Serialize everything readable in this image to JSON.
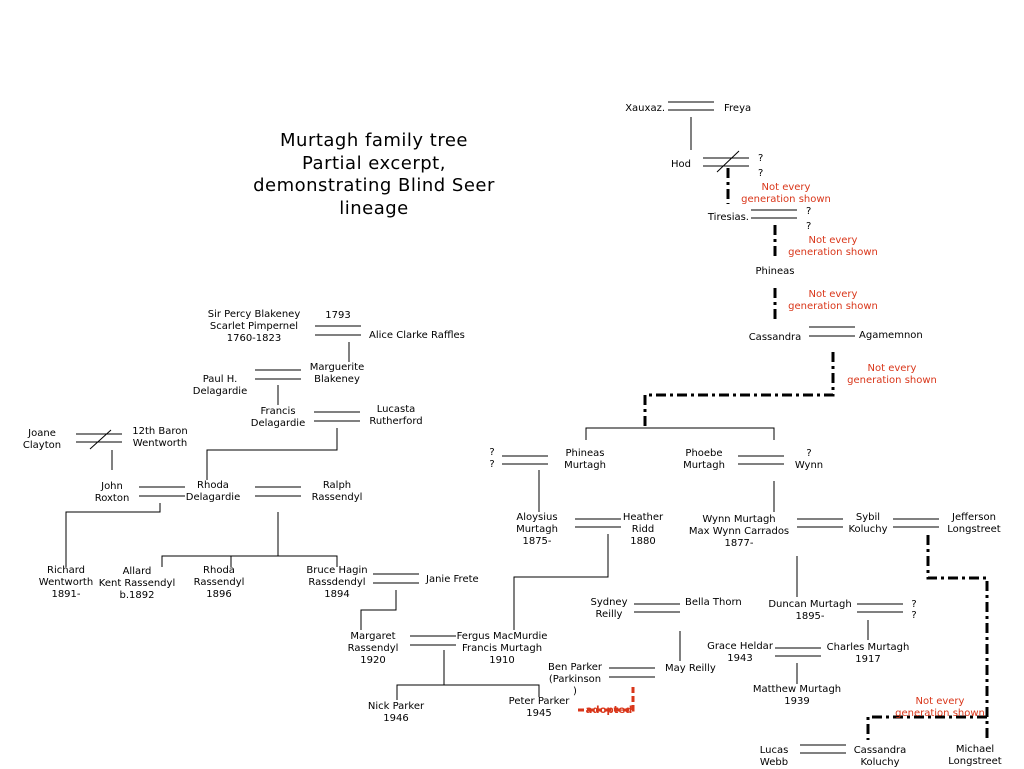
{
  "title": "Murtagh family tree\nPartial excerpt,\ndemonstrating Blind Seer\nlineage",
  "people": {
    "xauxaz": "Xauxaz.",
    "freya": "Freya",
    "hod": "Hod",
    "hod_q1": "?",
    "hod_q2": "?",
    "tiresias": "Tiresias.",
    "tir_q1": "?",
    "tir_q2": "?",
    "phineas_top": "Phineas",
    "cassandra": "Cassandra",
    "agamemnon": "Agamemnon",
    "percy": "Sir Percy Blakeney\nScarlet Pimpernel\n1760-1823",
    "year_1793": "1793",
    "alice": "Alice Clarke Raffles",
    "paul": "Paul H.\nDelagardie",
    "marguerite": "Marguerite\nBlakeney",
    "francis_del": "Francis\nDelagardie",
    "lucasta": "Lucasta\nRutherford",
    "joane": "Joane\nClayton",
    "baron": "12th Baron\nWentworth",
    "john": "John\nRoxton",
    "rhoda_del": "Rhoda\nDelagardie",
    "ralph": "Ralph\nRassendyl",
    "richard": "Richard\nWentworth\n1891-",
    "allard": "Allard\nKent Rassendyl\nb.1892",
    "rhoda_ras": "Rhoda\nRassendyl\n1896",
    "bruce": "Bruce Hagin\nRassdendyl\n1894",
    "janie": "Janie Frete",
    "margaret": "Margaret\nRassendyl\n1920",
    "fergus": "Fergus MacMurdie\nFrancis Murtagh\n1910",
    "nick": "Nick Parker\n1946",
    "peter": "Peter Parker\n1945",
    "ben": "Ben Parker\n(Parkinson\n)",
    "may": "May Reilly",
    "sydney": "Sydney\nReilly",
    "bella": "Bella Thorn",
    "q_left1": "?",
    "q_left2": "?",
    "phineas_m": "Phineas\nMurtagh",
    "phoebe": "Phoebe\nMurtagh",
    "phoebe_q": "?",
    "wynn": "Wynn",
    "aloysius": "Aloysius\nMurtagh\n1875-",
    "heather": "Heather\nRidd\n1880",
    "wynn_murtagh": "Wynn Murtagh\nMax Wynn Carrados\n1877-",
    "sybil": "Sybil\nKoluchy",
    "jefferson": "Jefferson\nLongstreet",
    "duncan": "Duncan Murtagh\n1895-",
    "duncan_q1": "?",
    "duncan_q2": "?",
    "grace": "Grace Heldar\n1943",
    "charles": "Charles Murtagh\n1917",
    "matthew": "Matthew Murtagh\n1939",
    "lucas": "Lucas\nWebb",
    "cassandra_k": "Cassandra\nKoluchy",
    "michael": "Michael\nLongstreet"
  },
  "notes": {
    "nevery": "Not every\ngeneration shown",
    "adopted": "adopted"
  },
  "colors": {
    "line": "#000000",
    "note": "#d9361a"
  }
}
